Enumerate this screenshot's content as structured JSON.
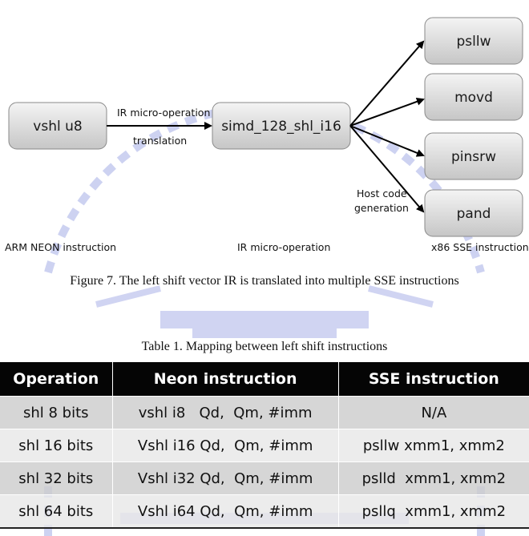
{
  "diagram": {
    "source_box": "vshl u8",
    "ir_box": "simd_128_shl_i16",
    "arrow_label_top": "IR micro-operation",
    "arrow_label_bottom": "translation",
    "targets": [
      "psllw",
      "movd",
      "pinsrw",
      "pand"
    ],
    "codegen_label_line1": "Host code",
    "codegen_label_line2": "generation",
    "column_labels": {
      "left": "ARM NEON instruction",
      "middle": "IR micro-operation",
      "right": "x86 SSE instruction"
    },
    "colors": {
      "box_fill_top": "#f2f2f2",
      "box_fill_bottom": "#c9c9c9",
      "arrow": "#000000"
    }
  },
  "figure_caption": "Figure 7. The left shift vector IR is translated into multiple SSE instructions",
  "table_caption": "Table 1. Mapping between left shift instructions",
  "table": {
    "headers": [
      "Operation",
      "Neon instruction",
      "SSE instruction"
    ],
    "rows": [
      [
        "shl 8 bits",
        "vshl i8   Qd,  Qm, #imm",
        "N/A"
      ],
      [
        "shl 16 bits",
        "Vshl i16 Qd,  Qm, #imm",
        "psllw xmm1, xmm2"
      ],
      [
        "shl 32 bits",
        "Vshl i32 Qd,  Qm, #imm",
        "pslld  xmm1, xmm2"
      ],
      [
        "shl 64 bits",
        "Vshl i64 Qd,  Qm, #imm",
        "psllq  xmm1, xmm2"
      ]
    ]
  },
  "watermark_color": "#c8cdf0"
}
